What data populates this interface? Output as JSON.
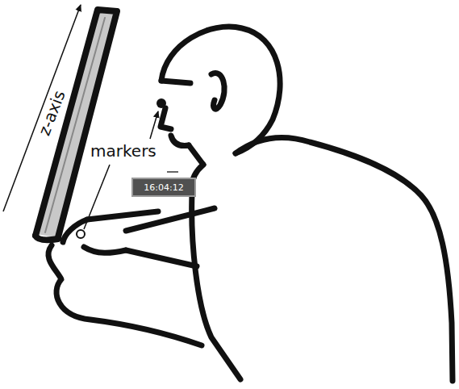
{
  "diagram": {
    "nodes": [
      {
        "text": [
          "16:04:12"
        ]
      }
    ],
    "labels": [
      "z-axis",
      "markers"
    ]
  }
}
